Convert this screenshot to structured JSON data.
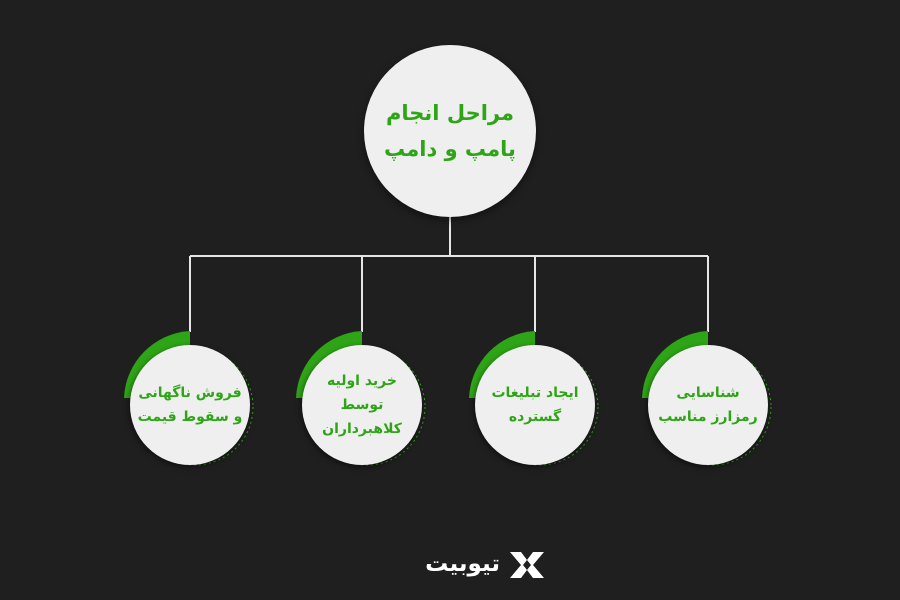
{
  "title": "مراحل انجام\nپامپ و دامپ",
  "steps": [
    {
      "label": "شناسایی\nرمزارز مناسب"
    },
    {
      "label": "ایجاد تبلیغات\nگسترده"
    },
    {
      "label": "خرید اولیه\nتوسط\nکلاهبرداران"
    },
    {
      "label": "فروش ناگهانی\nو سقوط قیمت"
    }
  ],
  "brand": {
    "name": "تیوبیت",
    "logo_icon": "tiobit-x-logo-icon"
  },
  "colors": {
    "background": "#1f1f1f",
    "accent": "#2ea516",
    "node": "#efefef",
    "line": "#e6e6e6"
  }
}
